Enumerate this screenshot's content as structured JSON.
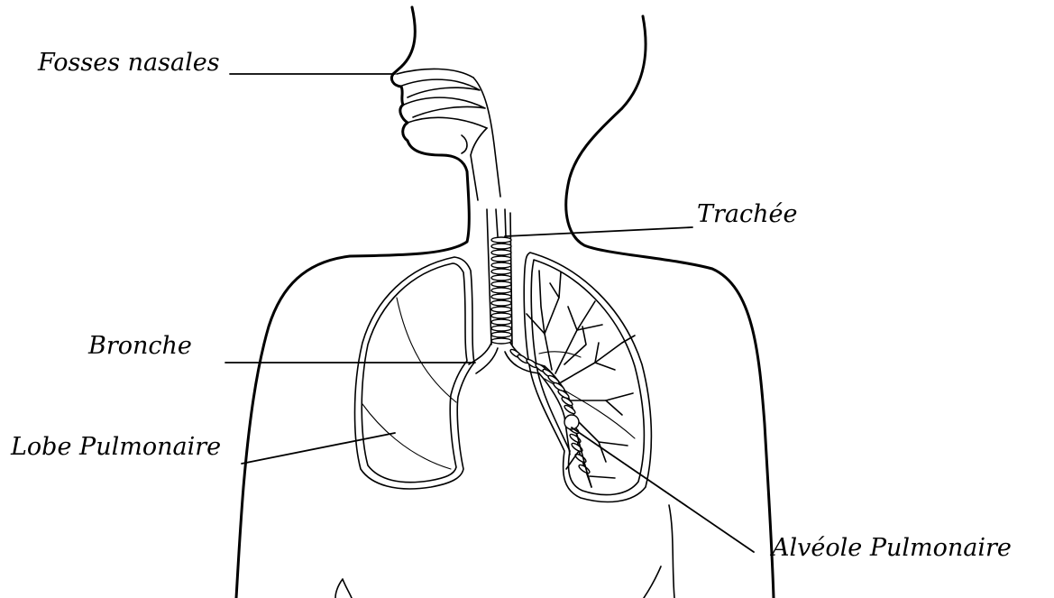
{
  "labels": {
    "fosses_nasales": "Fosses nasales",
    "trachee": "Trachée",
    "bronche": "Bronche",
    "lobe_pulmonaire": "Lobe Pulmonaire",
    "alveole_pulmonaire": "Alvéole Pulmonaire"
  }
}
